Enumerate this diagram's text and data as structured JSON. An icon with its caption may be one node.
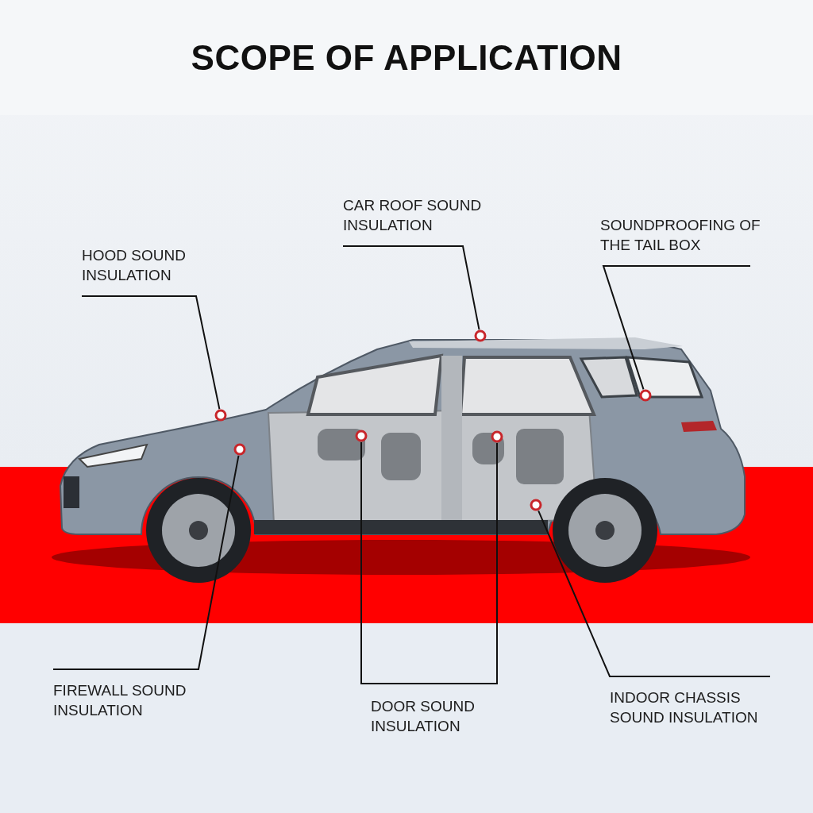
{
  "diagram": {
    "title": "SCOPE OF APPLICATION",
    "nodes": [
      {
        "text": [
          "CAR ROOF SOUND INSULATION"
        ]
      },
      {
        "text": [
          "SOUNDPROOFING OF THE TAIL BOX"
        ]
      },
      {
        "text": [
          "HOOD SOUND INSULATION"
        ]
      },
      {
        "text": [
          "FIREWALL SOUND INSULATION"
        ]
      },
      {
        "text": [
          "DOOR SOUND INSULATION"
        ]
      },
      {
        "text": [
          "INDOOR CHASSIS SOUND INSULATION"
        ]
      },
      {
        "text": [],
        "shape": "circle"
      },
      {
        "text": [],
        "shape": "circle"
      },
      {
        "text": [],
        "shape": "circle"
      },
      {
        "text": [],
        "shape": "circle"
      },
      {
        "text": [],
        "shape": "circle"
      },
      {
        "text": [],
        "shape": "circle"
      },
      {
        "text": [],
        "shape": "circle"
      }
    ],
    "edges": [
      {
        "from": 0,
        "to": 9,
        "arrow": "none"
      },
      {
        "from": 1,
        "to": 12,
        "arrow": "none"
      },
      {
        "from": 2,
        "to": 6,
        "arrow": "none"
      },
      {
        "from": 3,
        "to": 7,
        "arrow": "none"
      },
      {
        "from": 4,
        "to": 8,
        "arrow": "none"
      },
      {
        "from": 4,
        "to": 10,
        "arrow": "none"
      },
      {
        "from": 5,
        "to": 11,
        "arrow": "none"
      }
    ]
  }
}
